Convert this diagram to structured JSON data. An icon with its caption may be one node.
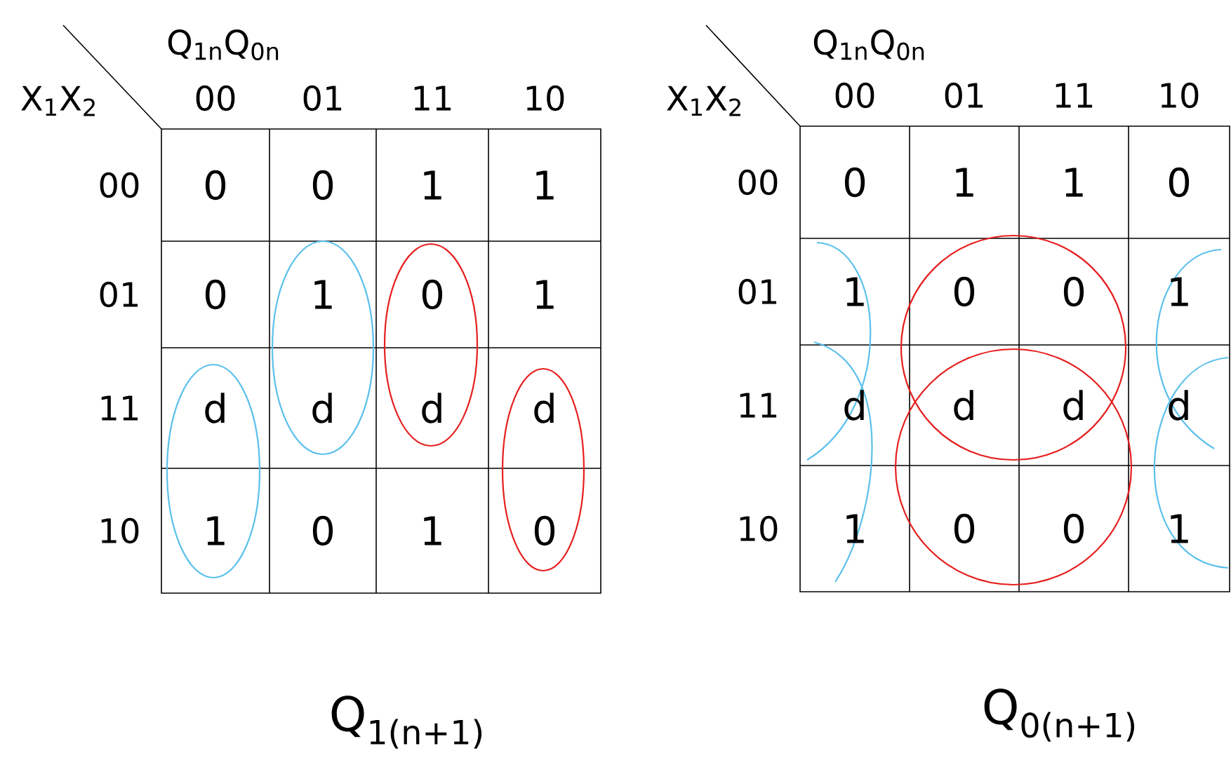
{
  "diagram": {
    "labels": [
      "Q$_{1n}$Q$_{0n}$",
      "X$_{1}$X$_{2}$",
      "00",
      "01",
      "11",
      "10",
      "00",
      "0",
      "0",
      "1",
      "1",
      "01",
      "0",
      "1",
      "0",
      "1",
      "11",
      "d",
      "d",
      "d",
      "d",
      "10",
      "1",
      "0",
      "1",
      "0",
      "Q$_{1(n+1)}$",
      "Q$_{1n}$Q$_{0n}$",
      "X$_{1}$X$_{2}$",
      "00",
      "01",
      "11",
      "10",
      "00",
      "0",
      "1",
      "1",
      "0",
      "01",
      "1",
      "0",
      "0",
      "1",
      "11",
      "d",
      "d",
      "d",
      "d",
      "10",
      "1",
      "0",
      "0",
      "1",
      "Q$_{0(n+1)}$"
    ]
  }
}
